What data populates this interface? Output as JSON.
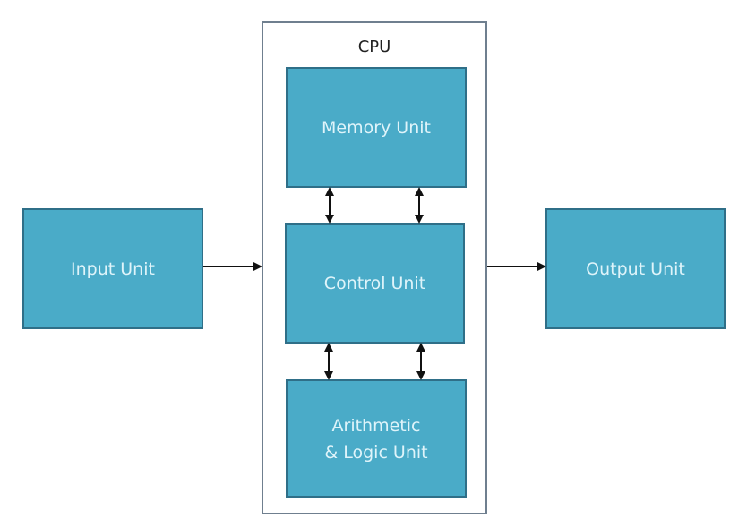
{
  "diagram": {
    "title": "CPU",
    "nodes": {
      "input": "Input Unit",
      "memory": "Memory Unit",
      "control": "Control Unit",
      "alu_line1": "Arithmetic",
      "alu_line2": "& Logic Unit",
      "output": "Output Unit"
    },
    "edges": [
      {
        "from": "Input Unit",
        "to": "CPU",
        "direction": "one-way"
      },
      {
        "from": "CPU",
        "to": "Output Unit",
        "direction": "one-way"
      },
      {
        "from": "Memory Unit",
        "to": "Control Unit",
        "direction": "bidirectional",
        "count": 2
      },
      {
        "from": "Control Unit",
        "to": "Arithmetic & Logic Unit",
        "direction": "bidirectional",
        "count": 2
      }
    ],
    "colors": {
      "box_fill": "#4aabc8",
      "box_border": "#2f6f88",
      "box_text": "#dff4fa",
      "frame_border": "#6f7f8f",
      "arrow": "#111111"
    }
  }
}
